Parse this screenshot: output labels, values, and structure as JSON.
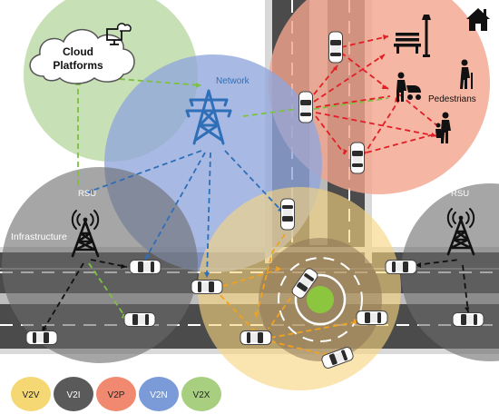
{
  "labels": {
    "cloud_line1": "Cloud",
    "cloud_line2": "Platforms",
    "network": "Network",
    "pedestrians": "Pedestrians",
    "rsu_left": "RSU",
    "rsu_right": "RSU",
    "infrastructure": "Infrastructure"
  },
  "legend": [
    {
      "label": "V2V",
      "color": "#f5d774"
    },
    {
      "label": "V2I",
      "color": "#5a5a5a"
    },
    {
      "label": "V2P",
      "color": "#f0896f"
    },
    {
      "label": "V2N",
      "color": "#7b9ad8"
    },
    {
      "label": "V2X",
      "color": "#a8cf7f"
    }
  ],
  "link_colors": {
    "v2v": "#f2a11f",
    "v2i": "#111111",
    "v2p": "#e21f26",
    "v2n": "#2e6fb8",
    "v2x": "#7cc142"
  },
  "zone_colors": {
    "v2x": "#bcd9a6",
    "v2n": "#8fa6dc",
    "v2p": "#f3a48d",
    "v2i": "#6a6a6a",
    "v2v": "#f7d580"
  },
  "icons": [
    "cloud-icon",
    "computer-cloud-icon",
    "transmission-tower-icon",
    "rsu-tower-icon",
    "house-icon",
    "bench-icon",
    "lamp-icon",
    "person-stroller-icon",
    "elderly-person-icon",
    "adult-child-icon",
    "car-icon"
  ]
}
